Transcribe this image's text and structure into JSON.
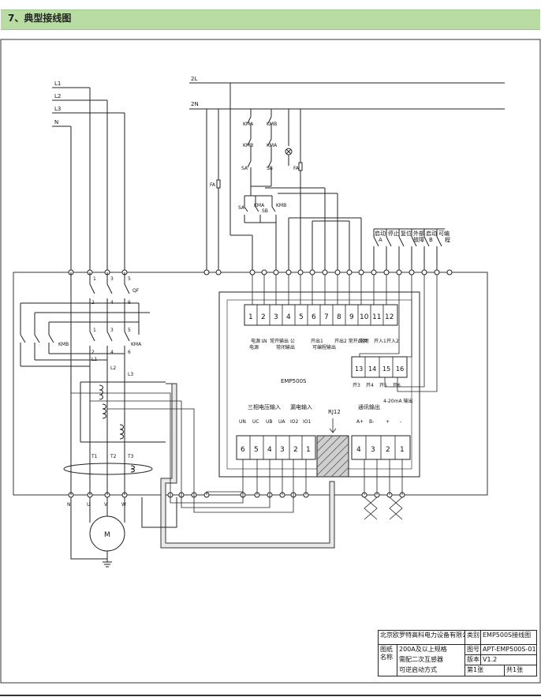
{
  "header": {
    "title": "7、典型接线图"
  },
  "supply": {
    "l1": "L1",
    "l2": "L2",
    "l3": "L3",
    "n": "N",
    "two_l": "2L",
    "two_n": "2N"
  },
  "control": {
    "kma": "KMA",
    "kmb": "KMB",
    "sa": "SA",
    "sb": "SB",
    "fa": "FA",
    "qf": "QF"
  },
  "switches": {
    "row1": [
      "1",
      "3",
      "5"
    ],
    "row2": [
      "2",
      "4",
      "6"
    ]
  },
  "bus_labels": {
    "l1": "L1",
    "l2": "L2",
    "l3": "L3"
  },
  "ct_labels": [
    "T1",
    "T2",
    "T3"
  ],
  "motor": {
    "label": "M",
    "terminals": [
      "N",
      "U",
      "V",
      "W"
    ]
  },
  "remote_inputs": [
    {
      "top": "启动",
      "bottom": "A"
    },
    {
      "top": "停止",
      "bottom": ""
    },
    {
      "top": "复位",
      "bottom": ""
    },
    {
      "top": "外部",
      "bottom": "故障"
    },
    {
      "top": "启动",
      "bottom": "B"
    },
    {
      "top": "可编",
      "bottom": "程"
    }
  ],
  "device": {
    "model": "EMP500S",
    "top_terminals": [
      "1",
      "2",
      "3",
      "4",
      "5",
      "6",
      "7",
      "8",
      "9",
      "10",
      "11",
      "12"
    ],
    "top_labels": [
      "电源 L",
      "N",
      "常开输出 公",
      "常闭输出",
      "开出1",
      "开出2 常开/常闭",
      "公共",
      "开入1",
      "开入2"
    ],
    "top_label_power": "电源",
    "top_label_prog": "可编程输出",
    "relay_terminals": [
      "13",
      "14",
      "15",
      "16"
    ],
    "relay_labels": [
      "开3",
      "开4",
      "开5",
      "开6"
    ],
    "bottom_left_title_voltage": "三相电压输入",
    "bottom_left_title_leak": "漏电输入",
    "bottom_left_signals": [
      "UN",
      "UC",
      "UB",
      "UA",
      "IO2",
      "IO1"
    ],
    "bottom_left_terminals": [
      "6",
      "5",
      "4",
      "3",
      "2",
      "1"
    ],
    "rj12": "RJ12",
    "comm_title": "通讯输出",
    "analog_title": "4-20mA 输出",
    "bottom_right_signals": [
      "A+",
      "B-",
      "+",
      "-"
    ],
    "bottom_right_terminals": [
      "4",
      "3",
      "2",
      "1"
    ]
  },
  "title_block": {
    "company": "北京欧罗特高科电力设备有限公司",
    "cat_label": "类别",
    "cat_value": "EMP500S接线图",
    "name_label": "图纸名称",
    "name_value": [
      "200A及以上规格",
      "需配二次互感器",
      "可逆启动方式"
    ],
    "no_label": "图号",
    "no_value": "APT-EMP500S-01",
    "ver_label": "版本",
    "ver_value": "V1.2",
    "page": "第1张",
    "total": "共1张"
  }
}
